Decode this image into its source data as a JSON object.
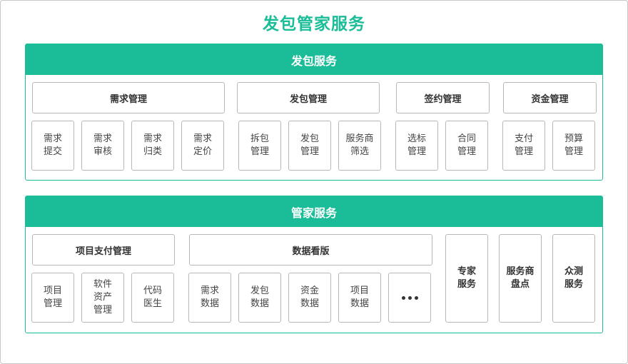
{
  "title": "发包管家服务",
  "outsourcing": {
    "header": "发包服务",
    "categories": [
      "需求管理",
      "发包管理",
      "签约管理",
      "资金管理"
    ],
    "items": [
      "需求\n提交",
      "需求\n审核",
      "需求\n归类",
      "需求\n定价",
      "拆包\n管理",
      "发包\n管理",
      "服务商\n筛选",
      "选标\n管理",
      "合同\n管理",
      "支付\n管理",
      "预算\n管理"
    ]
  },
  "butler": {
    "header": "管家服务",
    "categories": [
      "项目支付管理",
      "数据看版"
    ],
    "items": [
      "项目\n管理",
      "软件\n资产\n管理",
      "代码\n医生",
      "需求\n数据",
      "发包\n数据",
      "资金\n数据",
      "项目\n数据"
    ],
    "more_icon": "ellipsis-icon",
    "services": [
      "专家\n服务",
      "服务商\n盘点",
      "众测\n服务"
    ]
  },
  "colors": {
    "accent": "#1bbd98",
    "border": "#b8b8b8",
    "text": "#333333"
  }
}
